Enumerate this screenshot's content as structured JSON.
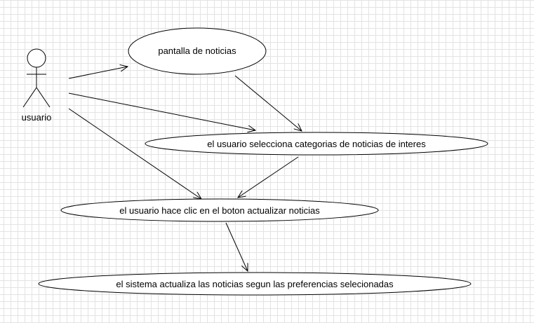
{
  "actor": {
    "label": "usuario"
  },
  "use_cases": {
    "pantalla": "pantalla de noticias",
    "selecciona": "el usuario selecciona categorias de noticias de interes",
    "clic": "el usuario hace clic en el boton actualizar noticias",
    "sistema": "el sistema actualiza las noticias segun las preferencias selecionadas"
  },
  "colors": {
    "stroke": "#000000",
    "fill": "#ffffff",
    "grid": "#e3e3e3"
  }
}
